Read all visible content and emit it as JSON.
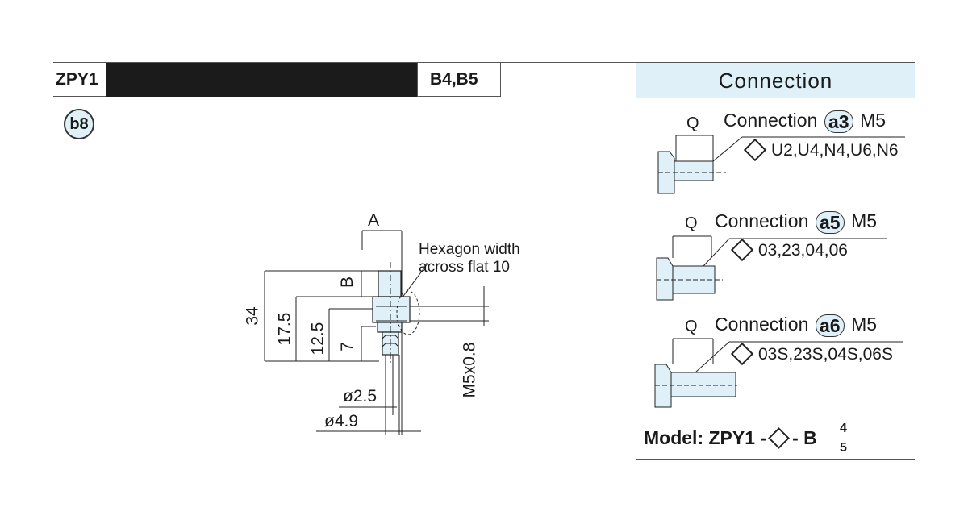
{
  "header": {
    "model": "ZPY1",
    "variant": "B4,B5",
    "badge": "b8"
  },
  "drawing": {
    "dim_a": "A",
    "dim_b": "B",
    "hex_note_line1": "Hexagon width",
    "hex_note_line2": "across flat 10",
    "dim_34": "34",
    "dim_17_5": "17.5",
    "dim_12_5": "12.5",
    "dim_7": "7",
    "thread": "M5x0.8",
    "dia_2_5": "ø2.5",
    "dia_4_9": "ø4.9"
  },
  "panel": {
    "title": "Connection",
    "connections": [
      {
        "q": "Q",
        "label": "Connection",
        "code": "a3",
        "thread": "M5",
        "options": "U2,U4,N4,U6,N6"
      },
      {
        "q": "Q",
        "label": "Connection",
        "code": "a5",
        "thread": "M5",
        "options": "03,23,04,06"
      },
      {
        "q": "Q",
        "label": "Connection",
        "code": "a6",
        "thread": "M5",
        "options": "03S,23S,04S,06S"
      }
    ],
    "model": {
      "prefix": "Model: ZPY1 -",
      "sep": "- B",
      "sup_top": "4",
      "sup_bottom": "5"
    }
  },
  "colors": {
    "accent_fill": "#dff0f8",
    "header_black": "#1b1b1b",
    "line": "#555555"
  }
}
